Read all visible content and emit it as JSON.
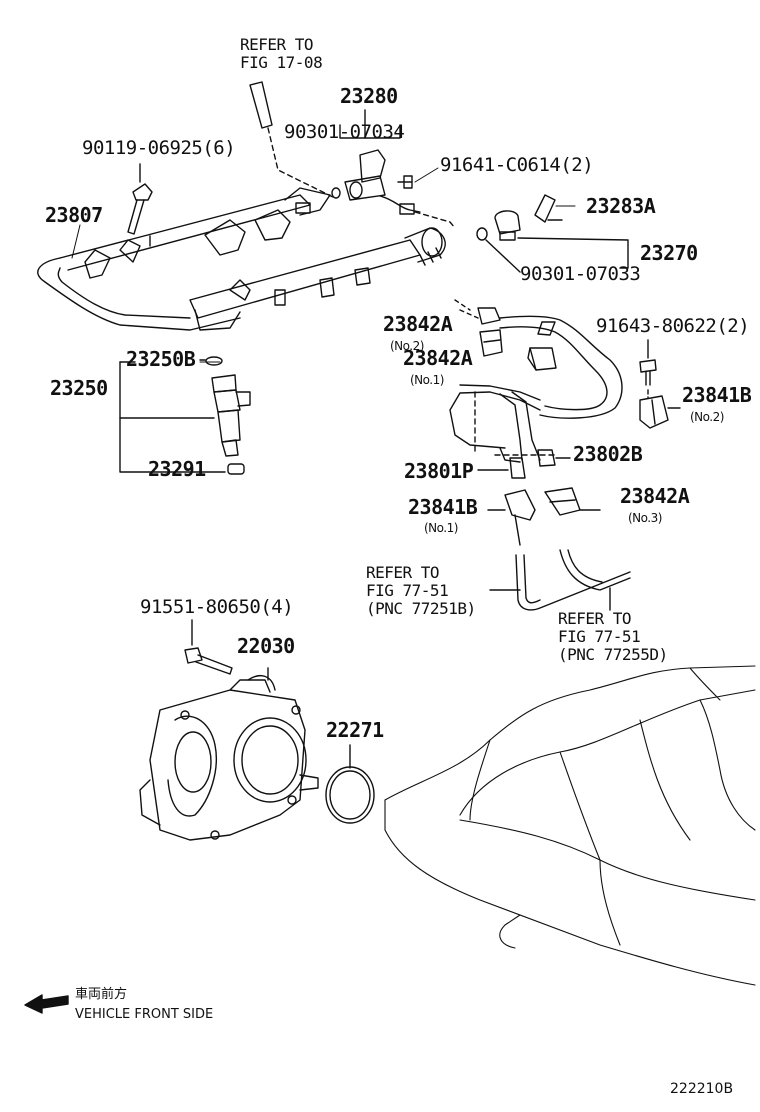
{
  "labels": {
    "refer_fig_17_08": [
      "REFER TO",
      "FIG 17-08"
    ],
    "p23280": "23280",
    "p90301_07034": "90301-07034",
    "p91641": "91641-C0614(2)",
    "p90119": "90119-06925(6)",
    "p23807": "23807",
    "p23283a": "23283A",
    "p23270": "23270",
    "p90301_07033": "90301-07033",
    "p23842a_no2": "23842A",
    "no2_a": "(No.2)",
    "p23842a_no1": "23842A",
    "no1_a": "(No.1)",
    "p91643": "91643-80622(2)",
    "p23841b_no2": "23841B",
    "no2_b": "(No.2)",
    "p23250b": "23250B",
    "p23250": "23250",
    "p23291": "23291",
    "p23802b": "23802B",
    "p23801p": "23801P",
    "p23841b_no1": "23841B",
    "no1_b": "(No.1)",
    "p23842a_no3": "23842A",
    "no3": "(No.3)",
    "refer_77251b": [
      "REFER TO",
      "FIG 77-51",
      "(PNC 77251B)"
    ],
    "refer_77255d": [
      "REFER TO",
      "FIG 77-51",
      "(PNC 77255D)"
    ],
    "p91551": "91551-80650(4)",
    "p22030": "22030",
    "p22271": "22271"
  },
  "legend": {
    "japanese": "車両前方",
    "english": "VEHICLE FRONT SIDE"
  },
  "diagram_code": "222210B"
}
